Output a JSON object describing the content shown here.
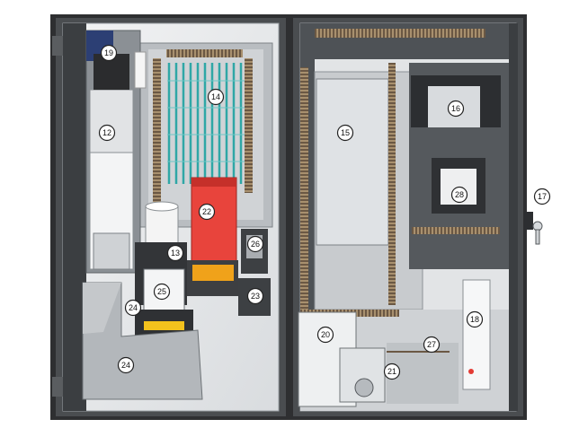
{
  "diagram": {
    "callouts": [
      {
        "id": "c12",
        "label": "12"
      },
      {
        "id": "c13",
        "label": "13"
      },
      {
        "id": "c14",
        "label": "14"
      },
      {
        "id": "c15",
        "label": "15"
      },
      {
        "id": "c16",
        "label": "16"
      },
      {
        "id": "c17",
        "label": "17"
      },
      {
        "id": "c18",
        "label": "18"
      },
      {
        "id": "c19",
        "label": "19"
      },
      {
        "id": "c20",
        "label": "20"
      },
      {
        "id": "c21",
        "label": "21"
      },
      {
        "id": "c22",
        "label": "22"
      },
      {
        "id": "c23",
        "label": "23"
      },
      {
        "id": "c24a",
        "label": "24"
      },
      {
        "id": "c24b",
        "label": "24"
      },
      {
        "id": "c25",
        "label": "25"
      },
      {
        "id": "c26",
        "label": "26"
      },
      {
        "id": "c27",
        "label": "27"
      },
      {
        "id": "c28",
        "label": "28"
      }
    ]
  },
  "colors": {
    "cabinet_frame": "#3a3a3a",
    "left_panel": "#eceeef",
    "right_panel": "#e2e4e6",
    "dark_plate": "#555a5e",
    "heatsink_fins": "#2fa7a6",
    "red_unit": "#e8443c",
    "yellow_part": "#f3c21d",
    "orange_part": "#f0a21a",
    "din_rail": "#8a6a4a",
    "light_box": "#dfe2e5",
    "callout_fill": "#ffffff"
  }
}
